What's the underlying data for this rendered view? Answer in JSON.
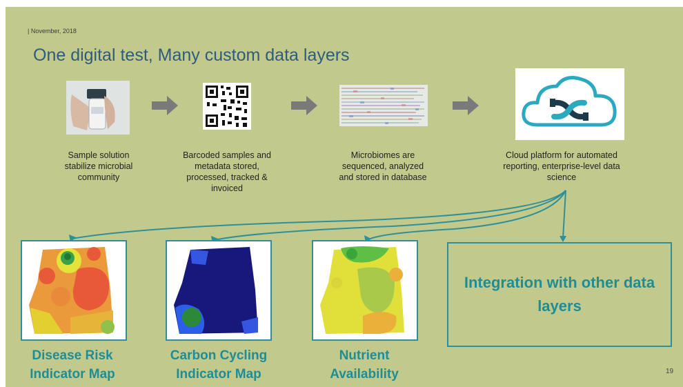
{
  "header": {
    "date": "November, 2018",
    "title": "One digital test, Many custom data layers"
  },
  "steps": [
    {
      "icon": "sample-vial-icon",
      "caption_lines": [
        "Sample solution",
        "stabilize microbial",
        "community"
      ]
    },
    {
      "icon": "qr-code-icon",
      "caption_lines": [
        "Barcoded samples and",
        "metadata  stored,",
        "processed, tracked &",
        "invoiced"
      ]
    },
    {
      "icon": "sequence-data-icon",
      "caption_lines": [
        "Microbiomes are",
        "sequenced, analyzed",
        "and stored in database"
      ]
    },
    {
      "icon": "cloud-logo-icon",
      "caption_lines": [
        "Cloud platform for automated",
        "reporting, enterprise-level data",
        "science"
      ]
    }
  ],
  "maps": [
    {
      "icon": "disease-risk-map-icon",
      "label_lines": [
        "Disease Risk",
        "Indicator Map"
      ]
    },
    {
      "icon": "carbon-cycling-map-icon",
      "label_lines": [
        "Carbon Cycling",
        "Indicator Map"
      ]
    },
    {
      "icon": "nutrient-map-icon",
      "label_lines": [
        "Nutrient",
        "Availability"
      ]
    }
  ],
  "integration": {
    "label": "Integration with other data layers"
  },
  "footer": {
    "page_number": "19"
  },
  "colors": {
    "background": "#c1ca8c",
    "title": "#2e5c7a",
    "accent_teal": "#1f8d96",
    "arrow_gray": "#7a7a7a"
  }
}
